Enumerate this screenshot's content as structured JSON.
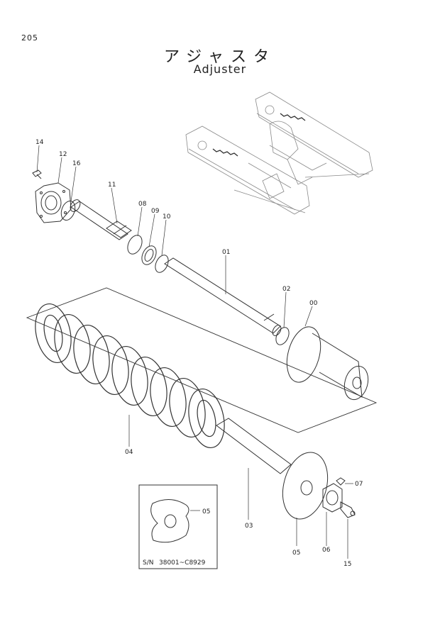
{
  "page": {
    "page_number": "205",
    "title_jp": "アジャスタ",
    "title_en": "Adjuster"
  },
  "callouts": {
    "c14": "14",
    "c12": "12",
    "c16": "16",
    "c11": "11",
    "c08": "08",
    "c09": "09",
    "c10": "10",
    "c01": "01",
    "c02": "02",
    "c00": "00",
    "c04": "04",
    "c03": "03",
    "c05": "05",
    "c06": "06",
    "c07": "07",
    "c15": "15",
    "c05_inset": "05"
  },
  "inset": {
    "serial_label": "S/N",
    "serial_range": "38001~C8929"
  }
}
